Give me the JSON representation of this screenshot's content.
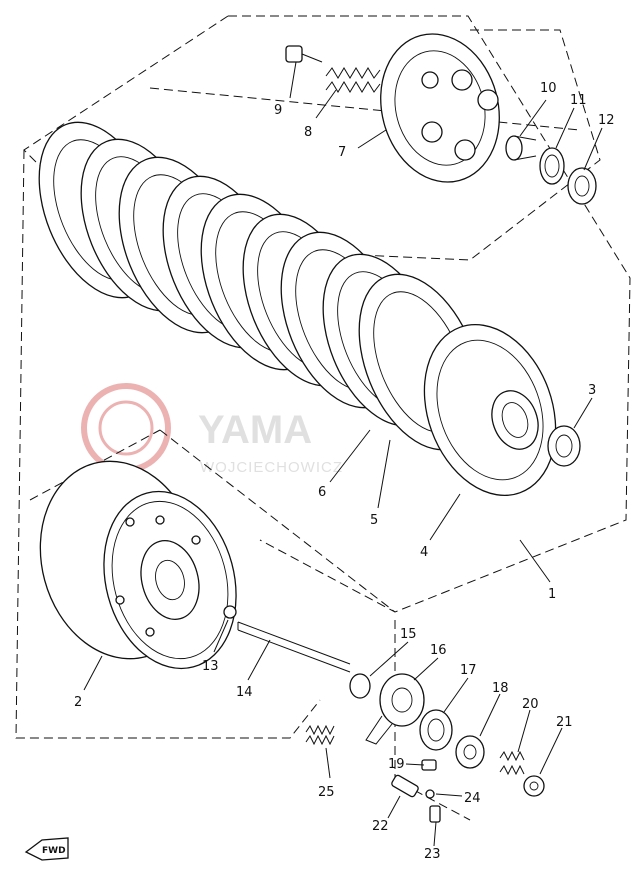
{
  "watermark": {
    "brand": "YAMA",
    "sub": "WOJCIECHOWICZ"
  },
  "fwd_label": "FWD",
  "callouts": [
    "1",
    "2",
    "3",
    "4",
    "5",
    "6",
    "7",
    "8",
    "9",
    "10",
    "11",
    "12",
    "13",
    "14",
    "15",
    "16",
    "17",
    "18",
    "19",
    "20",
    "21",
    "22",
    "23",
    "24",
    "25"
  ],
  "colors": {
    "ink": "#111111",
    "watermark": "#d9d9d9",
    "logo_red": "#e8a0a0"
  }
}
